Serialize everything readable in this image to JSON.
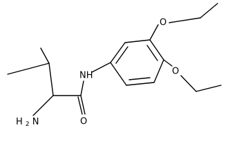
{
  "molecule": {
    "atoms": {
      "nh": "NH",
      "o_carbonyl": "O",
      "o_ethoxy_top": "O",
      "o_ethoxy_bottom": "O",
      "nh2_main": "H",
      "nh2_sub": "2",
      "nh2_n": "N"
    },
    "colors": {
      "bond": "#000000",
      "background": "#ffffff"
    }
  }
}
